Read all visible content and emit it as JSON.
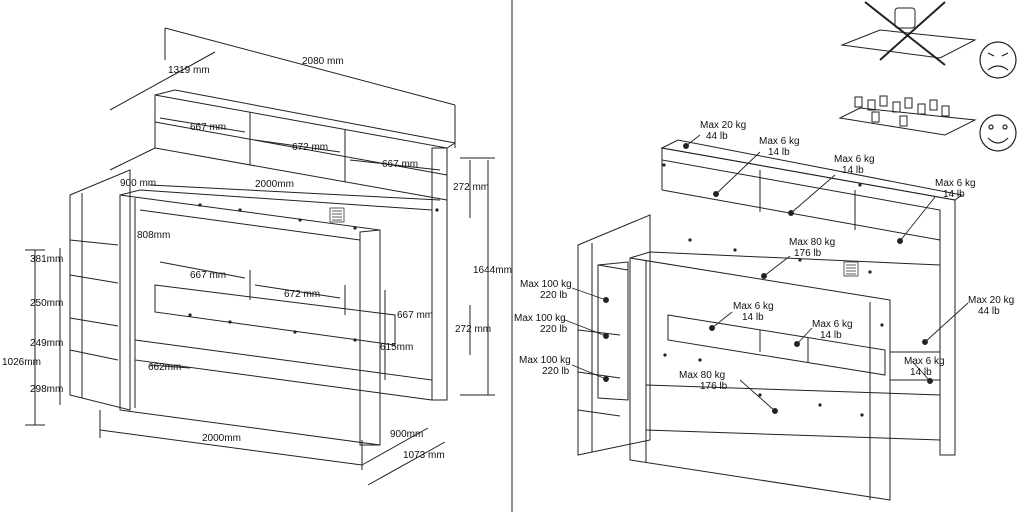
{
  "left_panel": {
    "dimensions": {
      "depth_total": "1319 mm",
      "width_total": "2080 mm",
      "shelf_top_left": "667 mm",
      "shelf_top_middle": "672 mm",
      "shelf_top_right": "667 mm",
      "top_shelf_height": "272 mm",
      "ladder_depth": "900 mm",
      "mattress_length": "2000mm",
      "guard_height": "808mm",
      "total_height": "1644mm",
      "step_1": "381mm",
      "step_2": "250mm",
      "step_3": "249mm",
      "step_4": "298mm",
      "ladder_height": "1026mm",
      "shelf_mid_left": "667 mm",
      "shelf_mid_middle": "672 mm",
      "shelf_mid_right": "667 mm",
      "mid_shelf_height": "272 mm",
      "bottom_clearance": "615mm",
      "bottom_width": "662mm",
      "base_length": "2000mm",
      "base_depth": "900mm",
      "base_depth_total": "1073 mm"
    }
  },
  "right_panel": {
    "loads": {
      "top_shelf": [
        "Max 20 kg",
        "44 lb"
      ],
      "cubby_1": [
        "Max 6 kg",
        "14 lb"
      ],
      "cubby_2": [
        "Max 6 kg",
        "14 lb"
      ],
      "cubby_3": [
        "Max 6 kg",
        "14 lb"
      ],
      "top_bed": [
        "Max 80 kg",
        "176 lb"
      ],
      "ladder_1": [
        "Max 100 kg",
        "220 lb"
      ],
      "ladder_2": [
        "Max 100 kg",
        "220 lb"
      ],
      "ladder_3": [
        "Max 100 kg",
        "220 lb"
      ],
      "mid_shelf_1": [
        "Max 6 kg",
        "14 lb"
      ],
      "mid_shelf_2": [
        "Max 6 kg",
        "14 lb"
      ],
      "side_shelf": [
        "Max 20 kg",
        "44 lb"
      ],
      "side_cubby": [
        "Max 6 kg",
        "14 lb"
      ],
      "bottom_bed": [
        "Max 80 kg",
        "176 lb"
      ]
    }
  }
}
